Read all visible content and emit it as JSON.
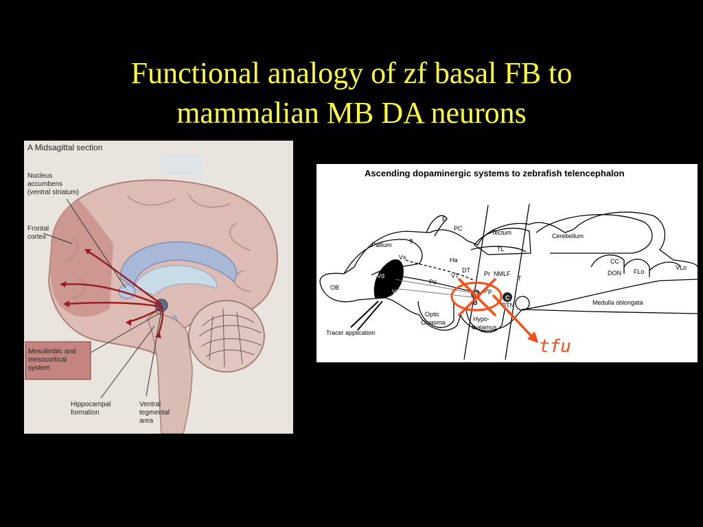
{
  "slide": {
    "title_line1": "Functional analogy of zf basal FB to",
    "title_line2": "mammalian MB DA neurons"
  },
  "left_figure": {
    "panel_label": "A  Midsagittal section",
    "labels": {
      "nucleus_accumbens_1": "Nucleus",
      "nucleus_accumbens_2": "accumbens",
      "nucleus_accumbens_3": "(ventral striatum)",
      "frontal_cortex_1": "Frontal",
      "frontal_cortex_2": "cortex",
      "mesolimbic_1": "Mesolimbic and",
      "mesolimbic_2": "mesocortical",
      "mesolimbic_3": "system",
      "hippocampal_1": "Hippocampal",
      "hippocampal_2": "formation",
      "vta_1": "Ventral",
      "vta_2": "tegmental",
      "vta_3": "area"
    },
    "colors": {
      "cortex": "#dcbcb5",
      "frontal": "#c98f8a",
      "pathway": "#9a1d24",
      "callosum": "#a9b8d6",
      "ventricle": "#c8dce8",
      "box": "#c48580"
    }
  },
  "right_figure": {
    "title": "Ascending dopaminergic systems to zebrafish telencephalon",
    "labels": {
      "E": "E",
      "PC": "PC",
      "Tectum": "Tectum",
      "Cerebellum": "Cerebellum",
      "TL": "TL",
      "Pallium": "Pallium",
      "question": "?",
      "Vs": "Vs",
      "Ha": "Ha",
      "DT": "DT",
      "Vd": "Vd",
      "Vv": "Vv",
      "Po": "Po",
      "VT": "VT",
      "Pr": "Pr",
      "NMLF": "NMLF",
      "T": "T",
      "CC": "CC",
      "DON": "DON",
      "FLo": "FLo",
      "VLo": "VLo",
      "OB": "OB",
      "A": "A",
      "B": "B",
      "C": "C",
      "Pp": "Pp",
      "PTN": "PTN",
      "Medulla": "Medulla oblongata",
      "Optic1": "Optic",
      "Optic2": "Chiasma",
      "Hypo1": "Hypo-",
      "Hypo2": "thalamus",
      "Tracer": "Tracer application"
    }
  },
  "annotation": {
    "text": "tfu",
    "color": "#ff4a12"
  }
}
